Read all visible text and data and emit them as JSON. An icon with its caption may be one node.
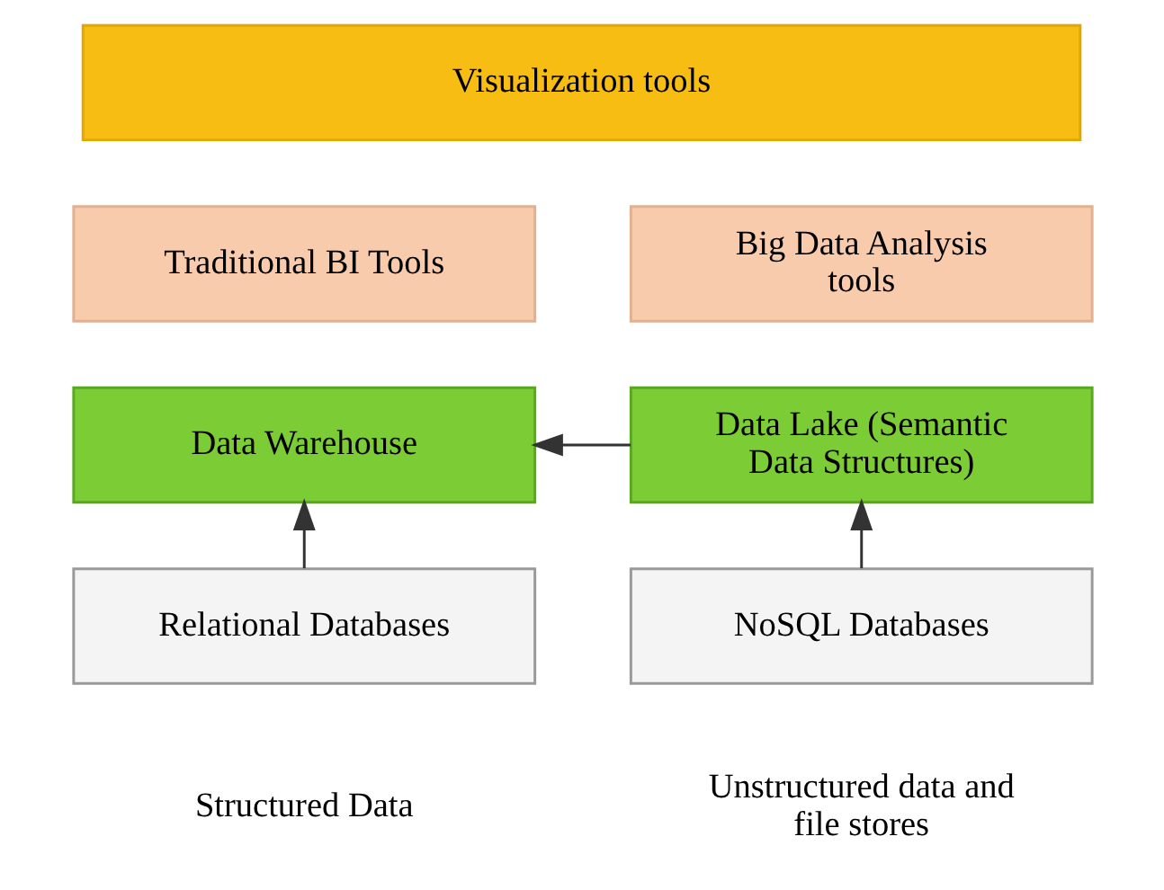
{
  "diagram": {
    "nodes": [
      {
        "text": [
          "Visualization tools"
        ]
      },
      {
        "text": [
          "Traditional BI Tools"
        ]
      },
      {
        "text": [
          "Big Data Analysis tools"
        ]
      },
      {
        "text": [
          "Data Warehouse"
        ]
      },
      {
        "text": [
          "Data Lake (Semantic Data Structures)"
        ]
      },
      {
        "text": [
          "Relational Databases"
        ],
        "beside": [
          "Structured Data"
        ]
      },
      {
        "text": [
          "NoSQL Databases"
        ],
        "beside": [
          "Unstructured data and file stores"
        ]
      }
    ],
    "edges": [
      {
        "from": 4,
        "to": 3,
        "arrow": "to"
      },
      {
        "from": 5,
        "to": 3,
        "arrow": "to"
      },
      {
        "from": 6,
        "to": 4,
        "arrow": "to"
      }
    ]
  }
}
